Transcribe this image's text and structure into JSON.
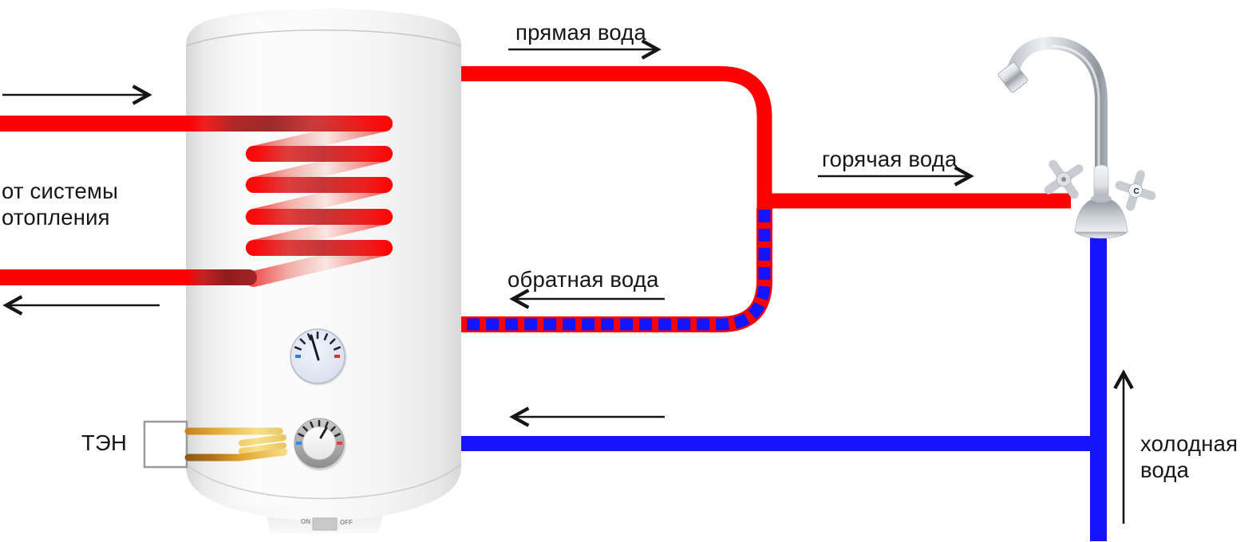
{
  "labels": {
    "direct_water": "прямая вода",
    "from_heating": {
      "line1": "от системы",
      "line2": "отопления"
    },
    "return_water": "обратная вода",
    "hot_water": "горячая вода",
    "cold_water": {
      "line1": "холодная",
      "line2": "вода"
    },
    "heating_element": "ТЭН",
    "switch_on": "ON",
    "switch_off": "OFF",
    "faucet_cold_mark": "C"
  },
  "colors": {
    "hot": "#ff0000",
    "cold": "#1414ff",
    "arrow": "#151515",
    "gold": "#d89a2b",
    "text": "#161616"
  }
}
